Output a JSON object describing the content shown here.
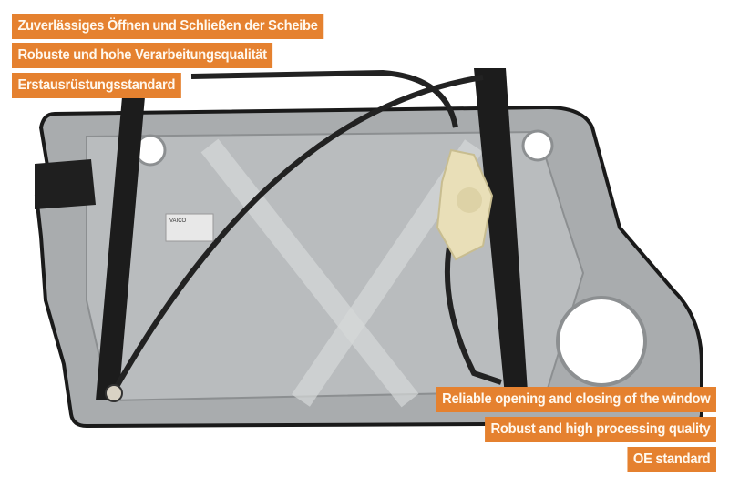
{
  "image": {
    "subject": "car door window regulator mounted on metal door panel",
    "brand_label": "VAICO"
  },
  "labels_german": [
    "Zuverlässiges Öffnen und Schließen der Scheibe",
    "Robuste und hohe Verarbeitungsqualität",
    "Erstausrüstungsstandard"
  ],
  "labels_english": [
    "Reliable opening and closing of the window",
    "Robust and high processing quality",
    "OE standard"
  ],
  "colors": {
    "label_bg": "#e5812f",
    "label_text": "#fff8ee",
    "panel": "#a9acae",
    "rail": "#1c1c1c",
    "motor": "#e9dfb8"
  }
}
